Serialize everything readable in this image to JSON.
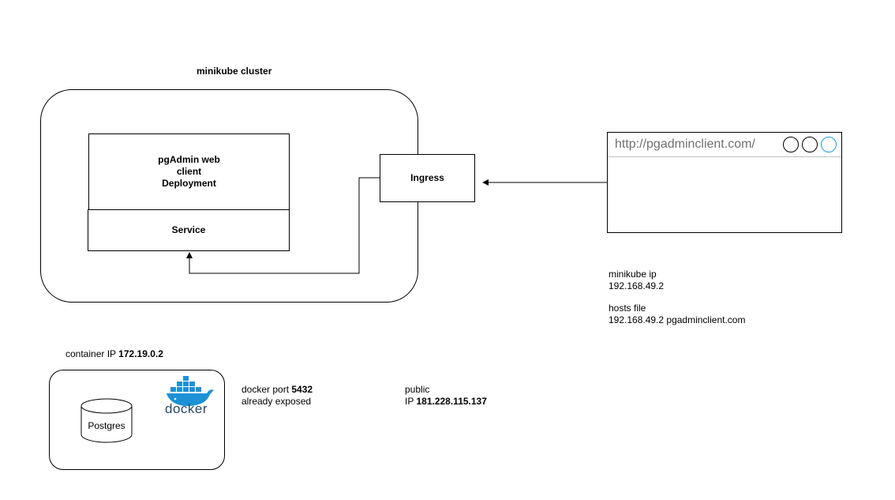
{
  "cluster": {
    "title": "minikube cluster",
    "deployment_lines": [
      "pgAdmin web",
      "client",
      "Deployment"
    ],
    "service_label": "Service",
    "ingress_label": "Ingress"
  },
  "browser": {
    "url": "http://pgadminclient.com/",
    "button_colors": [
      "#000000",
      "#000000",
      "#1ba1e2"
    ]
  },
  "notes": {
    "minikube_ip_label": "minikube ip",
    "minikube_ip_value": "192.168.49.2",
    "hosts_label": "hosts file",
    "hosts_value": "192.168.49.2 pgadminclient.com"
  },
  "docker": {
    "container_ip_label": "container IP",
    "container_ip_value": "172.19.0.2",
    "db_label": "Postgres",
    "logo_text": "docker",
    "port_label": "docker port",
    "port_value": "5432",
    "port_note": "already exposed",
    "public_label": "public",
    "public_ip_prefix": "IP",
    "public_ip_value": "181.228.115.137"
  },
  "colors": {
    "docker_blue": "#1d91d6",
    "accent": "#1ba1e2"
  }
}
